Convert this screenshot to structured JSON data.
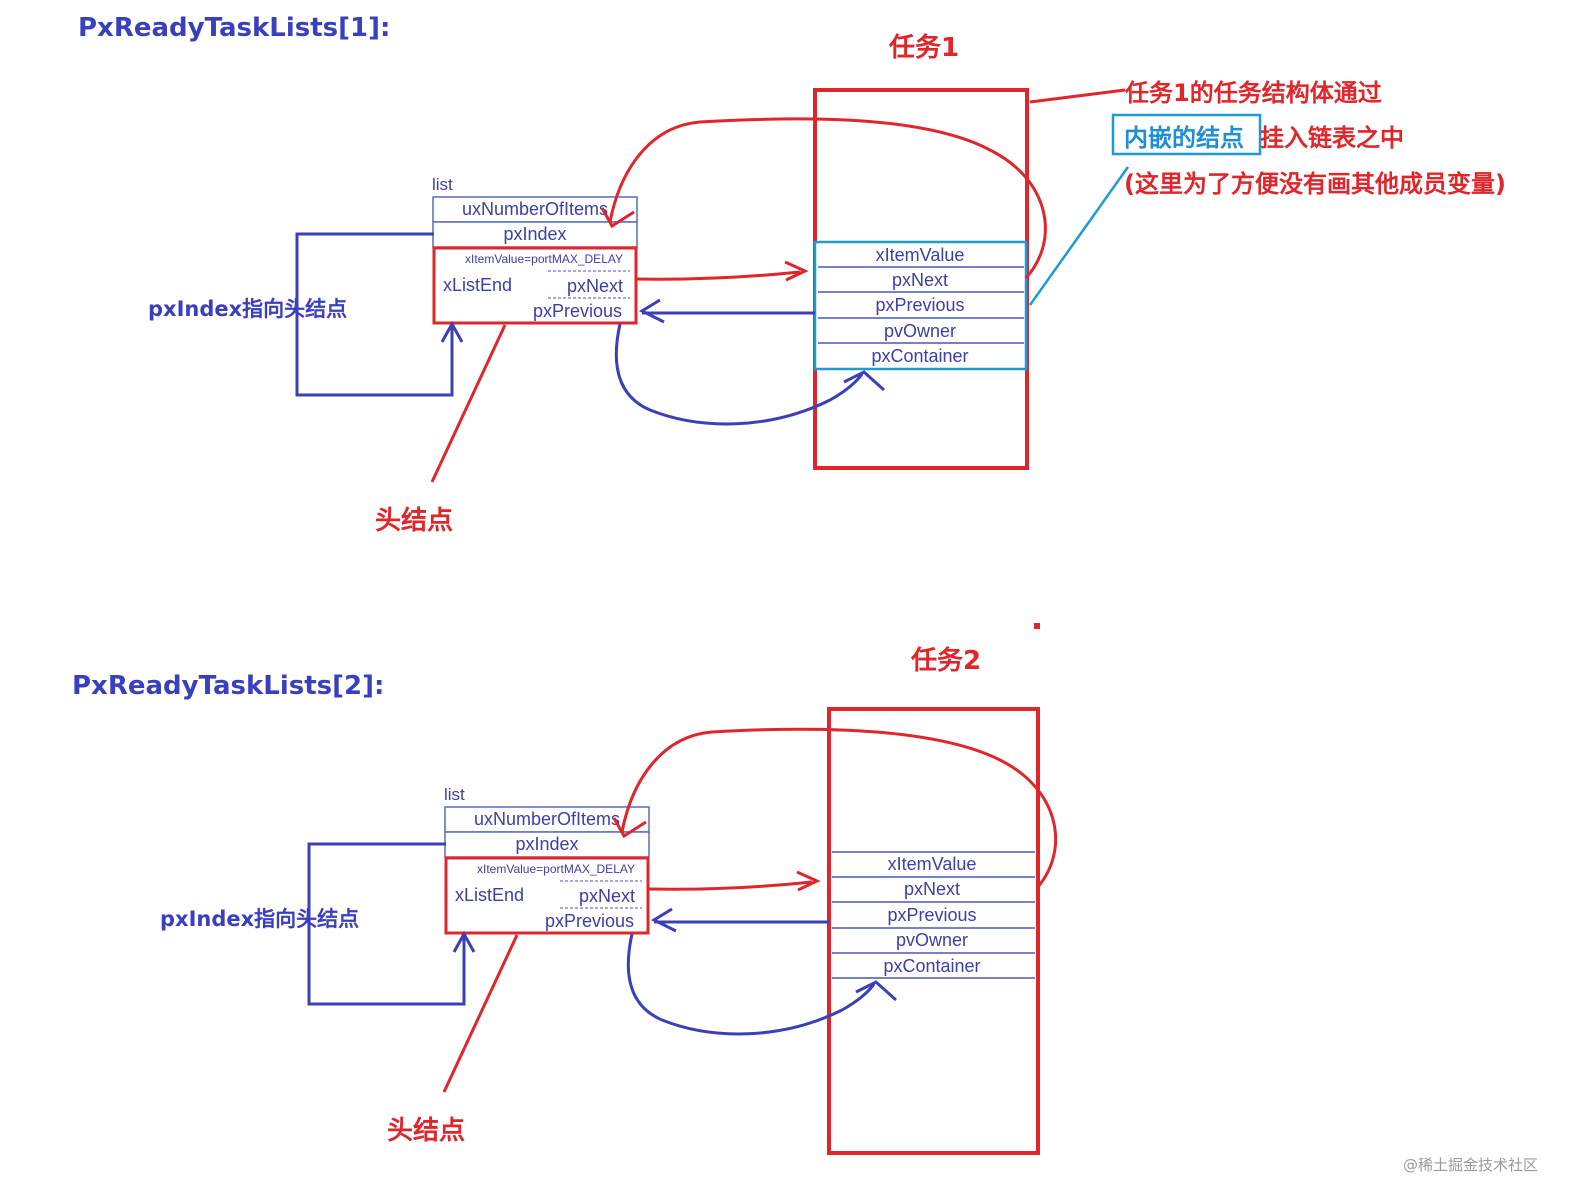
{
  "sections": [
    {
      "title": "PxReadyTaskLists[1]:",
      "task_label": "任务1",
      "list_label": "list",
      "list_fields": [
        "uxNumberOfItems",
        "pxIndex"
      ],
      "xlistend": {
        "value_label": "xItemValue=portMAX_DELAY",
        "name": "xListEnd",
        "next": "pxNext",
        "previous": "pxPrevious"
      },
      "pxindex_note": "pxIndex指向头结点",
      "head_node_label": "头结点",
      "node_fields": [
        "xItemValue",
        "pxNext",
        "pxPrevious",
        "pvOwner",
        "pxContainer"
      ]
    },
    {
      "title": "PxReadyTaskLists[2]:",
      "task_label": "任务2",
      "list_label": "list",
      "list_fields": [
        "uxNumberOfItems",
        "pxIndex"
      ],
      "xlistend": {
        "value_label": "xItemValue=portMAX_DELAY",
        "name": "xListEnd",
        "next": "pxNext",
        "previous": "pxPrevious"
      },
      "pxindex_note": "pxIndex指向头结点",
      "head_node_label": "头结点",
      "node_fields": [
        "xItemValue",
        "pxNext",
        "pxPrevious",
        "pvOwner",
        "pxContainer"
      ]
    }
  ],
  "annotation": {
    "line1": "任务1的任务结构体通过",
    "boxed": "内嵌的结点",
    "line2_rest": "挂入链表之中",
    "line3": "(这里为了方便没有画其他成员变量)"
  },
  "watermark": "@稀土掘金技术社区",
  "colors": {
    "title_blue": "#3a3fbf",
    "red": "#e0262b",
    "cyan": "#1d9bd6",
    "cell_text": "#3b3fa8"
  }
}
